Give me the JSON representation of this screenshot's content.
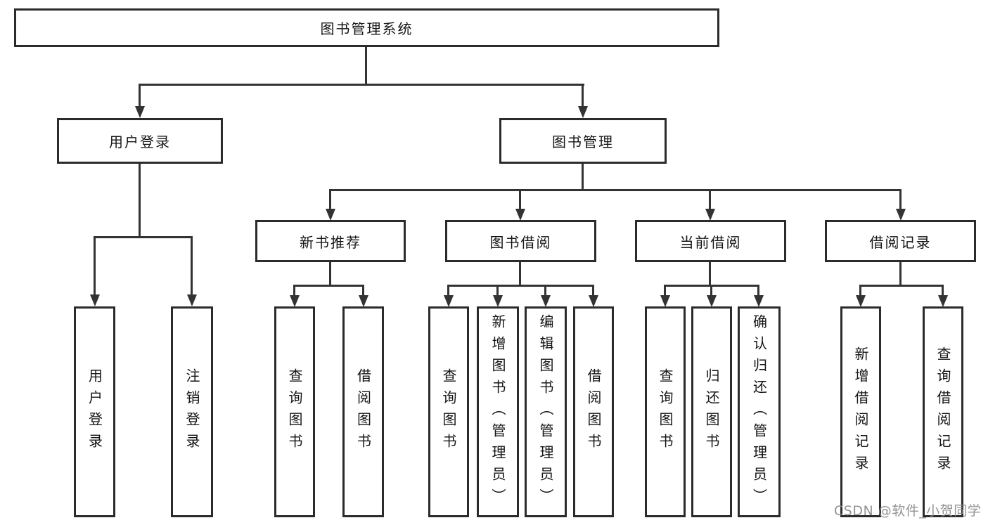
{
  "diagram": {
    "type": "tree-diagram",
    "nodes": {
      "root": "图书管理系统",
      "user_login": "用户登录",
      "book_mgmt": "图书管理",
      "new_book_rec": "新书推荐",
      "book_borrow": "图书借阅",
      "current_borrow": "当前借阅",
      "borrow_record": "借阅记录",
      "leaf_user_login": "用户登录",
      "leaf_logout": "注销登录",
      "leaf_nb_query_book": "查询图书",
      "leaf_nb_borrow_book": "借阅图书",
      "leaf_bb_query_book": "查询图书",
      "leaf_bb_add_book": "新增图书（管理员）",
      "leaf_bb_edit_book": "编辑图书（管理员）",
      "leaf_bb_borrow_book": "借阅图书",
      "leaf_cb_query_book": "查询图书",
      "leaf_cb_return_book": "归还图书",
      "leaf_cb_confirm_return": "确认归还（管理员）",
      "leaf_br_add_record": "新增借阅记录",
      "leaf_br_query_record": "查询借阅记录"
    },
    "edges": [
      [
        "图书管理系统",
        "用户登录"
      ],
      [
        "图书管理系统",
        "图书管理"
      ],
      [
        "用户登录",
        "用户登录"
      ],
      [
        "用户登录",
        "注销登录"
      ],
      [
        "图书管理",
        "新书推荐"
      ],
      [
        "图书管理",
        "图书借阅"
      ],
      [
        "图书管理",
        "当前借阅"
      ],
      [
        "图书管理",
        "借阅记录"
      ],
      [
        "新书推荐",
        "查询图书"
      ],
      [
        "新书推荐",
        "借阅图书"
      ],
      [
        "图书借阅",
        "查询图书"
      ],
      [
        "图书借阅",
        "新增图书（管理员）"
      ],
      [
        "图书借阅",
        "编辑图书（管理员）"
      ],
      [
        "图书借阅",
        "借阅图书"
      ],
      [
        "当前借阅",
        "查询图书"
      ],
      [
        "当前借阅",
        "归还图书"
      ],
      [
        "当前借阅",
        "确认归还（管理员）"
      ],
      [
        "借阅记录",
        "新增借阅记录"
      ],
      [
        "借阅记录",
        "查询借阅记录"
      ]
    ],
    "colors": {
      "box_border": "#2b2b2b",
      "box_fill": "#ffffff",
      "line": "#333333",
      "text": "#151515",
      "watermark": "#8a8a8a",
      "background": "#ffffff"
    },
    "watermark": "CSDN @软件_小贺同学"
  }
}
